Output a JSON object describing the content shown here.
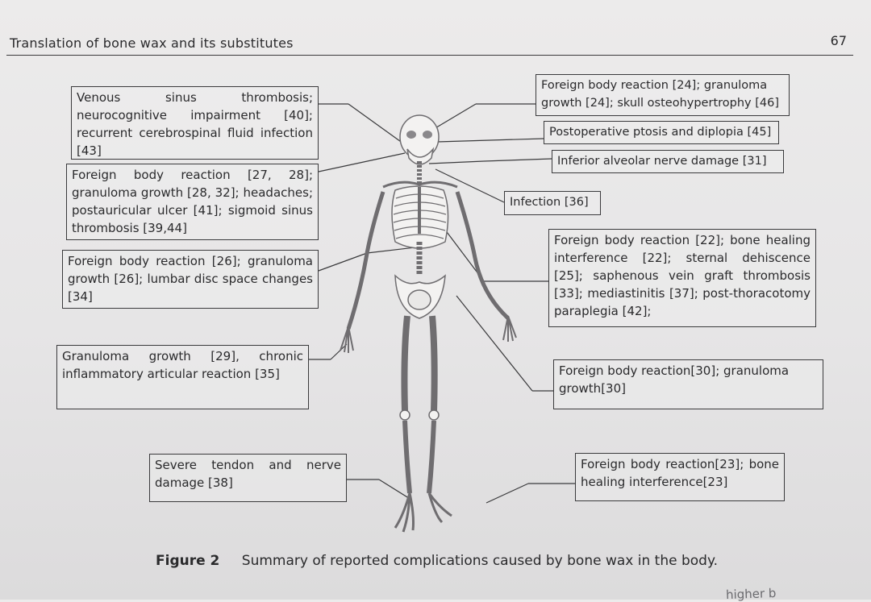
{
  "header": {
    "running_title": "Translation of bone wax and its substitutes",
    "page_number": "67"
  },
  "left_boxes": [
    "Venous sinus thrombosis; neurocognitive impairment [40]; recurrent cerebrospinal fluid infection [43]",
    "Foreign body reaction [27, 28]; granuloma growth [28, 32]; headaches; postauricular ulcer [41]; sigmoid sinus thrombosis [39,44]",
    "Foreign body reaction [26]; granuloma growth [26]; lumbar disc space changes [34]",
    "Granuloma growth [29], chronic inflammatory articular reaction [35]",
    "Severe tendon and nerve damage [38]"
  ],
  "right_boxes": [
    "Foreign body reaction [24]; granuloma growth [24]; skull osteohypertrophy [46]",
    "Postoperative ptosis and diplopia [45]",
    "Inferior alveolar nerve damage [31]",
    "Infection [36]",
    "Foreign body reaction [22]; bone healing interference [22]; sternal dehiscence [25]; saphenous vein graft thrombosis [33]; mediastinitis [37]; post-thoracotomy paraplegia [42];",
    "Foreign body reaction[30]; granuloma growth[30]",
    "Foreign body reaction[23]; bone healing interference[23]"
  ],
  "caption": {
    "label": "Figure 2",
    "text": "Summary of reported complications caused by bone wax in the body."
  },
  "next_page_text": "higher b"
}
